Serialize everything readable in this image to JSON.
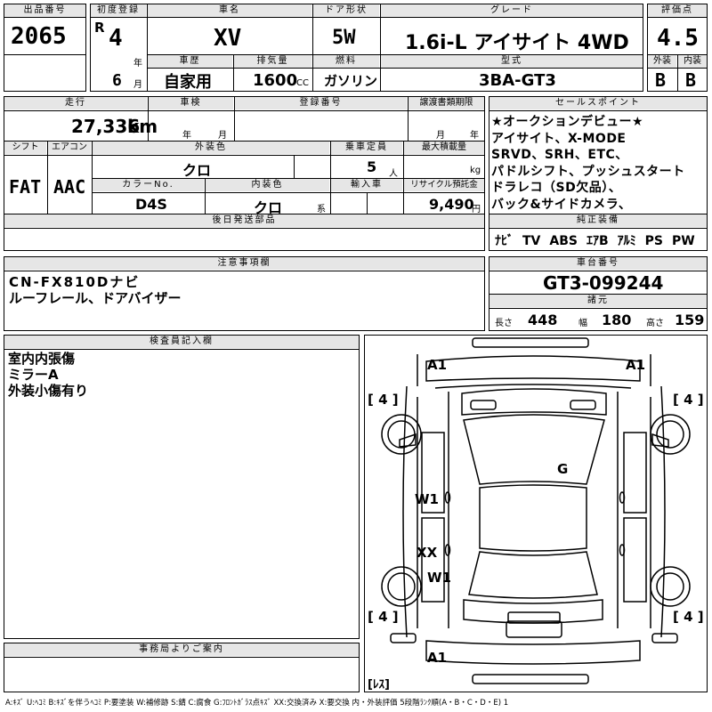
{
  "labels": {
    "lot_no": "出品番号",
    "first_reg": "初度登録",
    "car_name": "車名",
    "door": "ドア形状",
    "grade": "グレード",
    "score": "評価点",
    "history": "車歴",
    "displacement": "排気量",
    "fuel": "燃料",
    "model": "型式",
    "exterior": "外装",
    "interior": "内装",
    "mileage": "走行",
    "inspection": "車検",
    "reg_no": "登録番号",
    "transfer": "譲渡書類期限",
    "shift": "シフト",
    "ac": "エアコン",
    "ext_color": "外装色",
    "capacity": "乗車定員",
    "max_load": "最大積載量",
    "color_no": "カラーNo.",
    "int_color": "内装色",
    "import": "輸入車",
    "recycle": "リサイクル預託金",
    "later_parts": "後日発送部品",
    "sales_points": "セールスポイント",
    "standard_equipment": "純正装備",
    "notes": "注意事項欄",
    "chassis_label": "車台番号",
    "specs": "諸元",
    "inspector": "検査員記入欄",
    "office": "事務局よりご案内"
  },
  "units": {
    "year": "年",
    "month": "月",
    "cc": "CC",
    "km": "km",
    "person": "人",
    "kg": "kg",
    "yen": "円",
    "kei": "系"
  },
  "vehicle": {
    "lot_no": "2065",
    "era": "R",
    "reg_year": "4",
    "reg_month": "6",
    "car_name": "XV",
    "door": "5W",
    "grade": "1.6i-L アイサイト 4WD",
    "score": "4.5",
    "exterior_grade": "B",
    "interior_grade": "B",
    "history": "自家用",
    "displacement": "1600",
    "fuel": "ガソリン",
    "model": "3BA-GT3",
    "mileage": "27,336",
    "shift": "FAT",
    "ac": "AAC",
    "ext_color": "クロ",
    "capacity": "5",
    "color_no": "D4S",
    "int_color": "クロ",
    "recycle": "9,490",
    "chassis_no": "GT3-099244",
    "length_label": "長さ",
    "length": "448",
    "width_label": "幅",
    "width": "180",
    "height_label": "高さ",
    "height": "159"
  },
  "sales_points": [
    "★オークションデビュー★",
    "アイサイト、X-MODE",
    "SRVD、SRH、ETC、",
    "パドルシフト、プッシュスタート",
    "ドラレコ（SD欠品）、",
    "バック&サイドカメラ、"
  ],
  "equipment": [
    "ﾅﾋﾞ",
    "TV",
    "ABS",
    "ｴｱB",
    "ｱﾙﾐ",
    "PS",
    "PW"
  ],
  "notes": [
    "CN-FX810Dナビ",
    "ルーフレール、ドアバイザー"
  ],
  "inspector_notes": [
    "室内内張傷",
    "ミラーA",
    "外装小傷有り"
  ],
  "diagram": {
    "a1_front_left": "A1",
    "a1_front_right": "A1",
    "a1_rear": "A1",
    "g_mark": "G",
    "w1_upper": "W1",
    "xx": "XX",
    "w1_lower": "W1",
    "tire_fl": "[ 4 ]",
    "tire_fr": "[ 4 ]",
    "tire_rl": "[ 4 ]",
    "tire_rr": "[ 4 ]",
    "spare": "[ﾚｽ]"
  },
  "legend": "A:ｷｽﾞ U:ﾍｺﾐ B:ｷｽﾞを伴うﾍｺﾐ P:要塗装 W:補修跡 S:錆 C:腐食 G:ﾌﾛﾝﾄｶﾞﾗｽ点ｷｽﾞ XX:交換済み X:要交換 内・外装評価 5段階ﾗﾝｸ順(A・B・C・D・E) 1"
}
